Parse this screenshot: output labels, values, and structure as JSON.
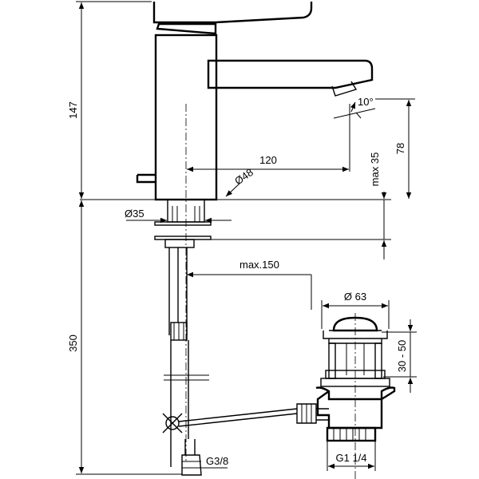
{
  "dimensions": {
    "height_spout": "147",
    "height_total": "350",
    "reach": "120",
    "base_diameter": "Ø48",
    "hole_diameter": "Ø35",
    "spout_height": "78",
    "max_aerator_offset": "max 35",
    "spray_angle": "10°",
    "max_rod_length": "max.150",
    "waste_diameter": "Ø 63",
    "plug_range": "30 - 50",
    "waste_thread": "G1 1/4",
    "supply_thread": "G3/8"
  }
}
